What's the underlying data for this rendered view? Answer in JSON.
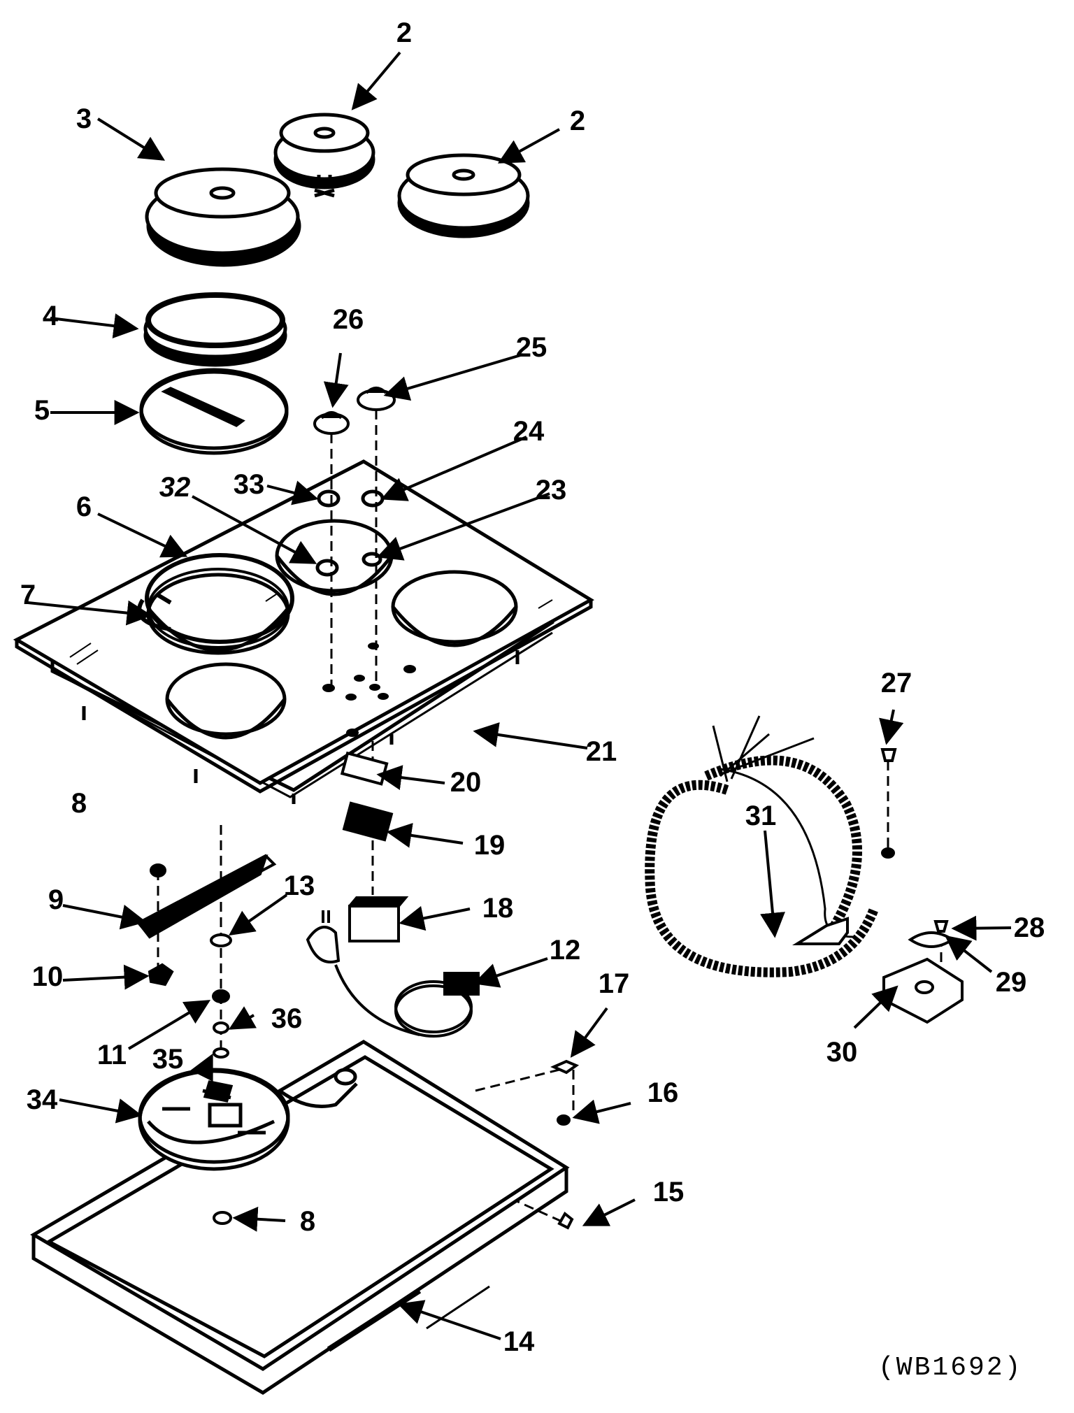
{
  "diagram": {
    "reference_code": "(WB1692)",
    "callouts": [
      {
        "id": "c2a",
        "label": "2"
      },
      {
        "id": "c2b",
        "label": "2"
      },
      {
        "id": "c3",
        "label": "3"
      },
      {
        "id": "c4",
        "label": "4"
      },
      {
        "id": "c5",
        "label": "5"
      },
      {
        "id": "c6",
        "label": "6"
      },
      {
        "id": "c7",
        "label": "7"
      },
      {
        "id": "c8a",
        "label": "8"
      },
      {
        "id": "c8b",
        "label": "8"
      },
      {
        "id": "c9",
        "label": "9"
      },
      {
        "id": "c10",
        "label": "10"
      },
      {
        "id": "c11",
        "label": "11"
      },
      {
        "id": "c12",
        "label": "12"
      },
      {
        "id": "c13",
        "label": "13"
      },
      {
        "id": "c14",
        "label": "14"
      },
      {
        "id": "c15",
        "label": "15"
      },
      {
        "id": "c16",
        "label": "16"
      },
      {
        "id": "c17",
        "label": "17"
      },
      {
        "id": "c18",
        "label": "18"
      },
      {
        "id": "c19",
        "label": "19"
      },
      {
        "id": "c20",
        "label": "20"
      },
      {
        "id": "c21",
        "label": "21"
      },
      {
        "id": "c23",
        "label": "23"
      },
      {
        "id": "c24",
        "label": "24"
      },
      {
        "id": "c25",
        "label": "25"
      },
      {
        "id": "c26",
        "label": "26"
      },
      {
        "id": "c27",
        "label": "27"
      },
      {
        "id": "c28",
        "label": "28"
      },
      {
        "id": "c29",
        "label": "29"
      },
      {
        "id": "c30",
        "label": "30"
      },
      {
        "id": "c31",
        "label": "31"
      },
      {
        "id": "c32",
        "label": "32"
      },
      {
        "id": "c33",
        "label": "33"
      },
      {
        "id": "c34",
        "label": "34"
      },
      {
        "id": "c35",
        "label": "35"
      },
      {
        "id": "c36",
        "label": "36"
      }
    ]
  }
}
